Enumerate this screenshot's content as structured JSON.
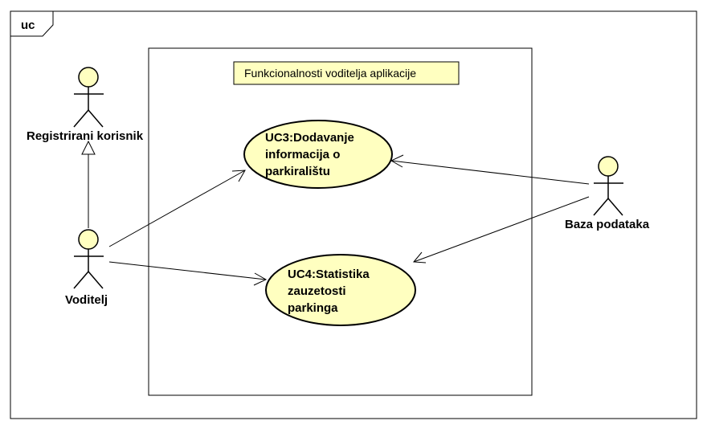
{
  "frame": {
    "tag": "uc"
  },
  "boundary": {
    "label": "Funkcionalnosti voditelja aplikacije"
  },
  "use_cases": [
    {
      "id": "UC3",
      "lines": [
        "UC3:Dodavanje",
        "informacija o",
        "parkiralištu"
      ]
    },
    {
      "id": "UC4",
      "lines": [
        "UC4:Statistika",
        "zauzetosti",
        "parkinga"
      ]
    }
  ],
  "actors": {
    "registered_user": "Registrirani korisnik",
    "manager": "Voditelj",
    "database": "Baza podataka"
  },
  "colors": {
    "fill": "#ffffc0",
    "stroke": "#000000"
  }
}
